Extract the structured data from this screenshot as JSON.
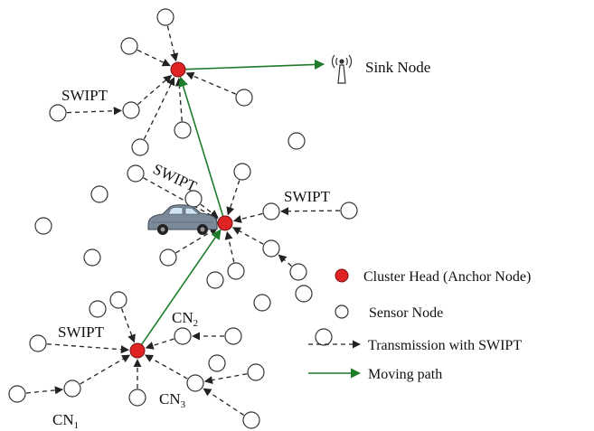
{
  "colors": {
    "cluster_head": "#e02424",
    "sensor_stroke": "#333333",
    "swipt_arrow": "#222222",
    "moving_path": "#1e7b2a"
  },
  "icons": {
    "sink": "antenna-tower-icon",
    "vehicle": "car-icon"
  },
  "diagram": {
    "sink_label": "Sink Node",
    "swipt_label": "SWIPT",
    "cn1_label": "CN",
    "cn1_sub": "1",
    "cn2_label": "CN",
    "cn2_sub": "2",
    "cn3_label": "CN",
    "cn3_sub": "3"
  },
  "legend": {
    "cluster_head": "Cluster Head (Anchor Node)",
    "sensor_node": "Sensor Node",
    "transmission": "Transmission with SWIPT",
    "moving_path": "Moving path"
  }
}
